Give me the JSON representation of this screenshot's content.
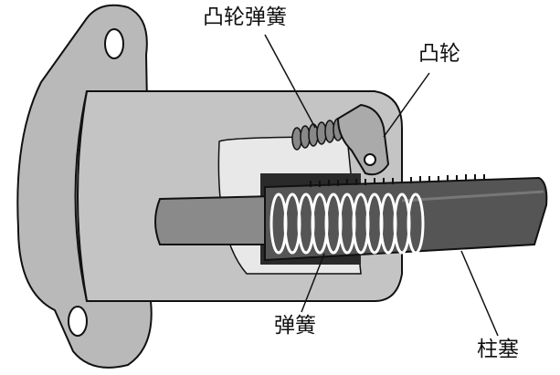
{
  "labels": {
    "cam_spring": "凸轮弹簧",
    "cam": "凸轮",
    "spring": "弹簧",
    "plunger": "柱塞"
  },
  "colors": {
    "body": "#b9b9b9",
    "body_dark": "#8a8a8a",
    "plunger_dark": "#555555",
    "outline": "#111111"
  }
}
